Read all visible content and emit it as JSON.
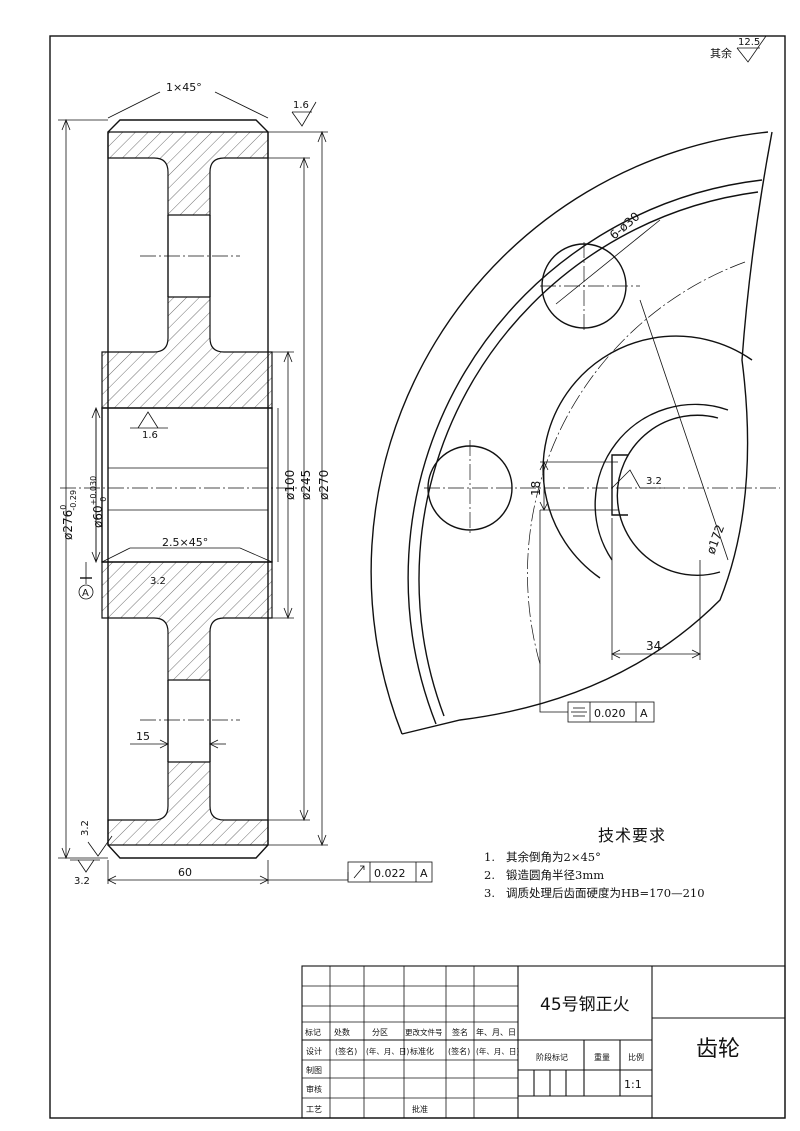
{
  "drawing": {
    "part_name": "齿轮",
    "material": "45号钢正火",
    "scale": "1:1",
    "surface_default_label": "其余",
    "surface_default_value": "12.5"
  },
  "technical_requirements": {
    "title": "技术要求",
    "items": [
      {
        "no": "1.",
        "text": "其余倒角为2×45°"
      },
      {
        "no": "2.",
        "text": "锻造圆角半径3mm"
      },
      {
        "no": "3.",
        "text": "调质处理后齿面硬度为HB=170—210"
      }
    ]
  },
  "section_view": {
    "chamfer_top": "1×45°",
    "chamfer_hub": "2.5×45°",
    "rough_tooth_top": "1.6",
    "rough_bore": "1.6",
    "rough_hub": "3.2",
    "rough_bottom_a": "3.2",
    "rough_bottom_b": "3.2",
    "dia_tip": "ø276",
    "dia_tip_tol_upper": "0",
    "dia_tip_tol_lower": "-0.29",
    "dia_bore": "ø60",
    "dia_bore_tol_upper": "+0.030",
    "dia_bore_tol_lower": "0",
    "dia_hub": "ø100",
    "dia_web": "ø245",
    "dia_rim": "ø270",
    "web_thickness": "15",
    "face_width": "60",
    "datum": "A",
    "runout_value": "0.022",
    "runout_datum": "A"
  },
  "front_view": {
    "hole_label": "6-ø30",
    "pitch_circle": "ø172",
    "keyway_width": "18",
    "keyway_depth": "34",
    "keyway_rough": "3.2",
    "symmetry_value": "0.020",
    "symmetry_datum": "A",
    "symmetry_symbol": "="
  },
  "title_block": {
    "rev_headers": [
      "标记",
      "处数",
      "分区",
      "更改文件号",
      "签名",
      "年、月、日"
    ],
    "design_row": [
      "设计",
      "(签名)",
      "(年、月、日)",
      "标准化",
      "(签名)",
      "(年、月、日)"
    ],
    "row_draw": "制图",
    "row_review": "审核",
    "row_process": "工艺",
    "row_approve": "批准",
    "stage_label": "阶段标记",
    "weight_label": "重量",
    "scale_label": "比例"
  }
}
